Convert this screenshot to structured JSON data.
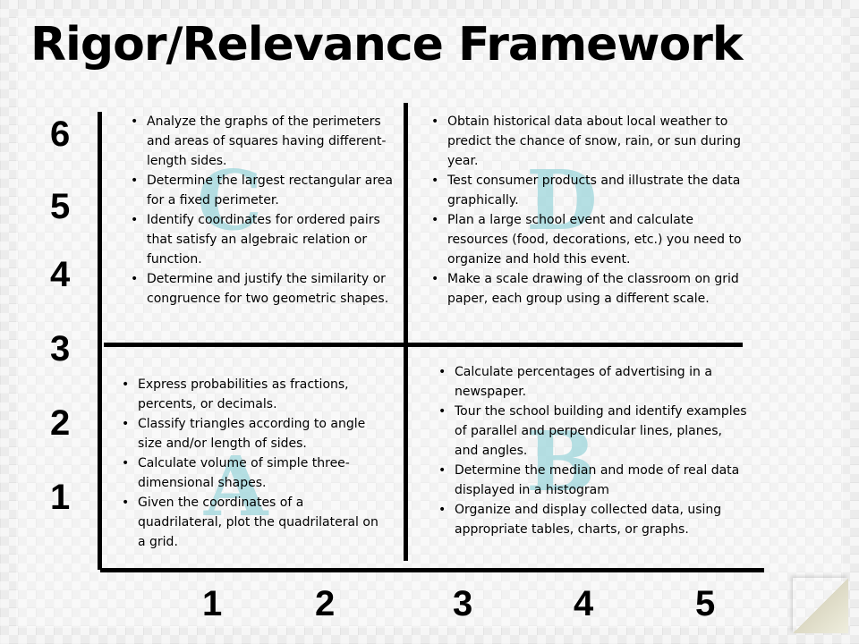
{
  "title": "Rigor/Relevance Framework",
  "y_axis_numbers": [
    "6",
    "5",
    "4",
    "3",
    "2",
    "1"
  ],
  "x_axis_numbers": [
    "1",
    "2",
    "3",
    "4",
    "5"
  ],
  "quadrants": {
    "A": {
      "letter": "A",
      "items": [
        "Express probabilities as fractions, percents, or decimals.",
        "Classify triangles according to angle size and/or length of sides.",
        "Calculate volume of simple three-dimensional shapes.",
        "Given the coordinates of a quadrilateral, plot the quadrilateral on a grid."
      ]
    },
    "B": {
      "letter": "B",
      "items": [
        "Calculate percentages of advertising in a newspaper.",
        "Tour the school building and identify examples of parallel and perpendicular lines, planes, and angles.",
        "Determine the median and mode of real data displayed in a histogram",
        "Organize and display collected data, using appropriate tables, charts, or graphs."
      ]
    },
    "C": {
      "letter": "C",
      "items": [
        "Analyze the graphs of the perimeters and areas of squares having different-length sides.",
        "Determine the largest rectangular area for a fixed perimeter.",
        "Identify coordinates for ordered pairs that satisfy an algebraic relation or function.",
        "Determine and justify the similarity or congruence for two geometric shapes."
      ]
    },
    "D": {
      "letter": "D",
      "items": [
        "Obtain historical data about local weather to predict the chance of snow, rain, or sun during year.",
        "Test consumer products and illustrate the data graphically.",
        "Plan a large school event and calculate resources (food, decorations, etc.) you need to organize and hold this event.",
        "Make a scale drawing of the classroom on grid paper, each group using a different scale."
      ]
    }
  }
}
